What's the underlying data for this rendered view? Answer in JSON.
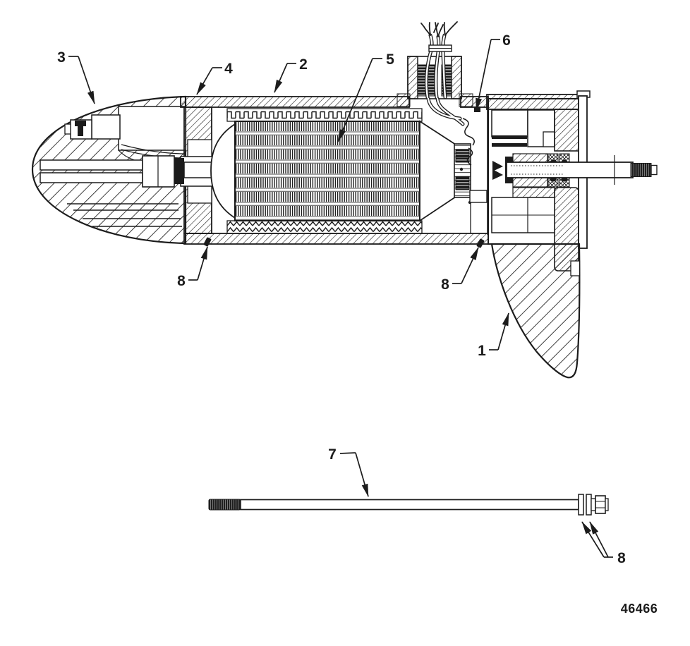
{
  "colors": {
    "ink": "#1c1c1c",
    "background": "#ffffff"
  },
  "figure_code": "46466",
  "callouts": {
    "c1": "1",
    "c2": "2",
    "c3": "3",
    "c4": "4",
    "c5": "5",
    "c6": "6",
    "c7": "7",
    "c8_left": "8",
    "c8_right": "8",
    "c8_rod": "8"
  }
}
